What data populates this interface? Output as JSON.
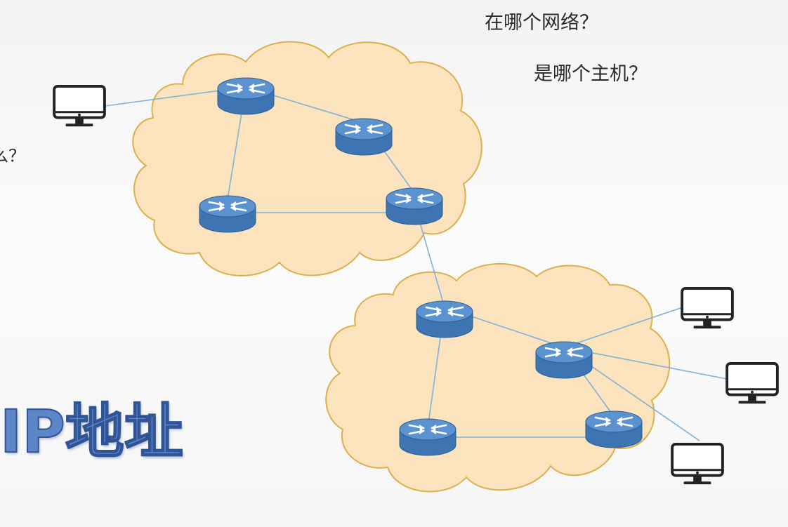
{
  "notes": {
    "which_network": "在哪个网络？",
    "which_host": "是哪个主机？",
    "cut_off_question": "么？"
  },
  "title": "IP地址",
  "colors": {
    "cloud_fill": "#fbe4bd",
    "cloud_stroke": "#dcb04a",
    "router_blue": "#4f86c6",
    "link_blue": "#7fb1d9",
    "title_blue": "#5e86c7"
  },
  "icons": {
    "router": "router-icon",
    "computer": "monitor-icon"
  }
}
